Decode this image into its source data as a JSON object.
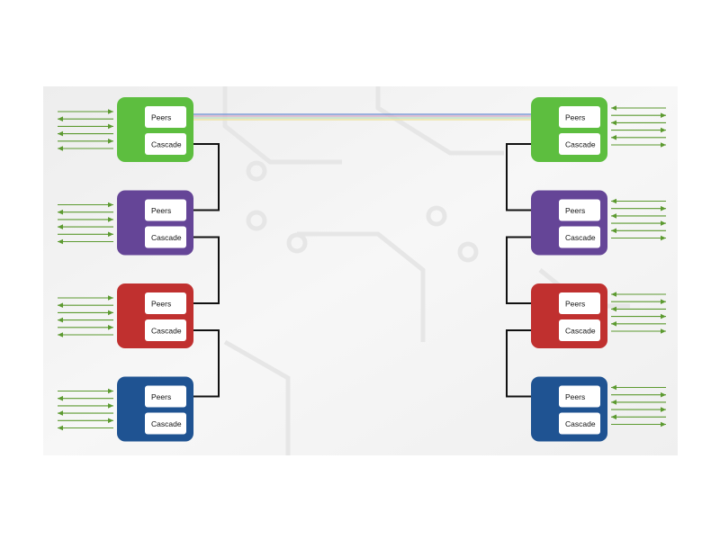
{
  "diagram": {
    "colors": {
      "green": "#5DBE3F",
      "purple": "#654597",
      "red": "#C0302F",
      "blue": "#1F5392",
      "arrow": "#5C9A30",
      "cascade_link": "#111111",
      "peer_link": [
        "#7C9AD6",
        "#D7AFC9",
        "#BFE0C5",
        "#EDE3A6"
      ],
      "background_panel": "#F2F2F2"
    },
    "labels": {
      "peers": "Peers",
      "cascade": "Cascade"
    },
    "left_nodes": [
      {
        "id": "left-1",
        "color": "green"
      },
      {
        "id": "left-2",
        "color": "purple"
      },
      {
        "id": "left-3",
        "color": "red"
      },
      {
        "id": "left-4",
        "color": "blue"
      }
    ],
    "right_nodes": [
      {
        "id": "right-1",
        "color": "green"
      },
      {
        "id": "right-2",
        "color": "purple"
      },
      {
        "id": "right-3",
        "color": "red"
      },
      {
        "id": "right-4",
        "color": "blue"
      }
    ],
    "arrow_directions_left": [
      "in",
      "out",
      "in",
      "out",
      "in",
      "out"
    ],
    "arrow_directions_right": [
      "in",
      "out",
      "in",
      "out",
      "in",
      "out"
    ]
  }
}
